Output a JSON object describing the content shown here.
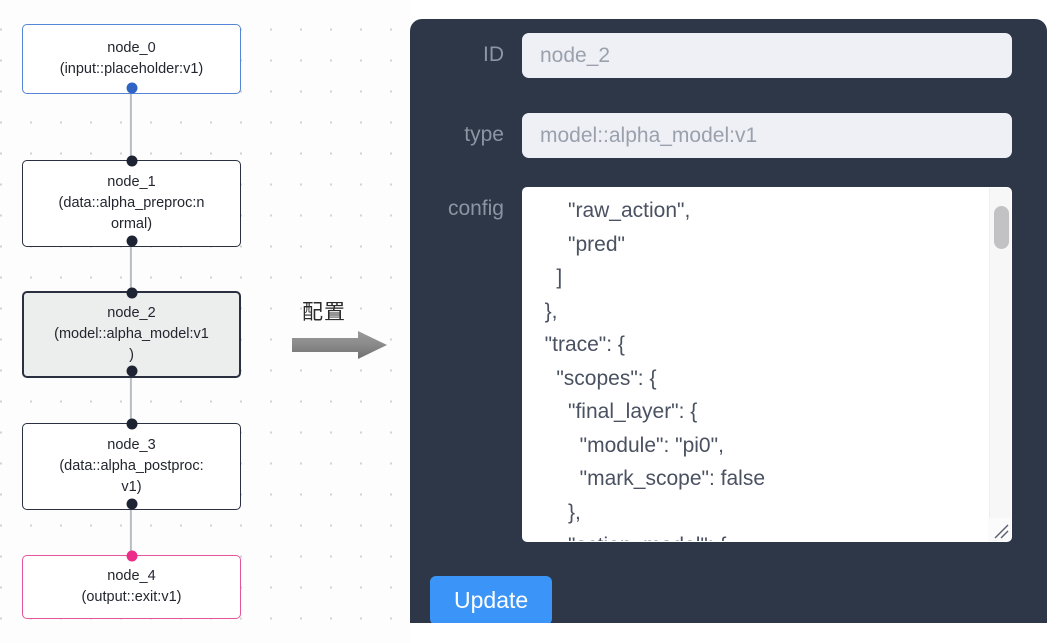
{
  "graph": {
    "nodes": [
      {
        "id": "node_0",
        "title": "node_0",
        "subtitle": "(input::placeholder:v1)",
        "role": "input",
        "selected": false
      },
      {
        "id": "node_1",
        "title": "node_1",
        "subtitle": "(data::alpha_preproc:n\normal)",
        "role": "default",
        "selected": false
      },
      {
        "id": "node_2",
        "title": "node_2",
        "subtitle": "(model::alpha_model:v1\n)",
        "role": "model",
        "selected": true
      },
      {
        "id": "node_3",
        "title": "node_3",
        "subtitle": "(data::alpha_postproc:\nv1)",
        "role": "default",
        "selected": false
      },
      {
        "id": "node_4",
        "title": "node_4",
        "subtitle": "(output::exit:v1)",
        "role": "output",
        "selected": false
      }
    ],
    "colors": {
      "input_border": "#5585d6",
      "output_border": "#e5559b",
      "default_border": "#2b3041",
      "selected_fill": "#eceded",
      "edge": "#b8bcc4",
      "handle": "#1d2333",
      "handle_input": "#2f63c4",
      "handle_output": "#ec2d8a"
    }
  },
  "annotation": {
    "label": "配置",
    "arrow_color": "#808080"
  },
  "panel": {
    "background": "#2d3748",
    "fields": [
      {
        "key": "id",
        "label": "ID",
        "value": "node_2"
      },
      {
        "key": "type",
        "label": "type",
        "value": "model::alpha_model:v1"
      }
    ],
    "config": {
      "label": "config",
      "value": "      \"raw_action\",\n      \"pred\"\n    ]\n  },\n  \"trace\": {\n    \"scopes\": {\n      \"final_layer\": {\n        \"module\": \"pi0\",\n        \"mark_scope\": false\n      },\n      \"action_model\": {"
    },
    "update_button": {
      "label": "Update",
      "color": "#3b94f7"
    }
  }
}
